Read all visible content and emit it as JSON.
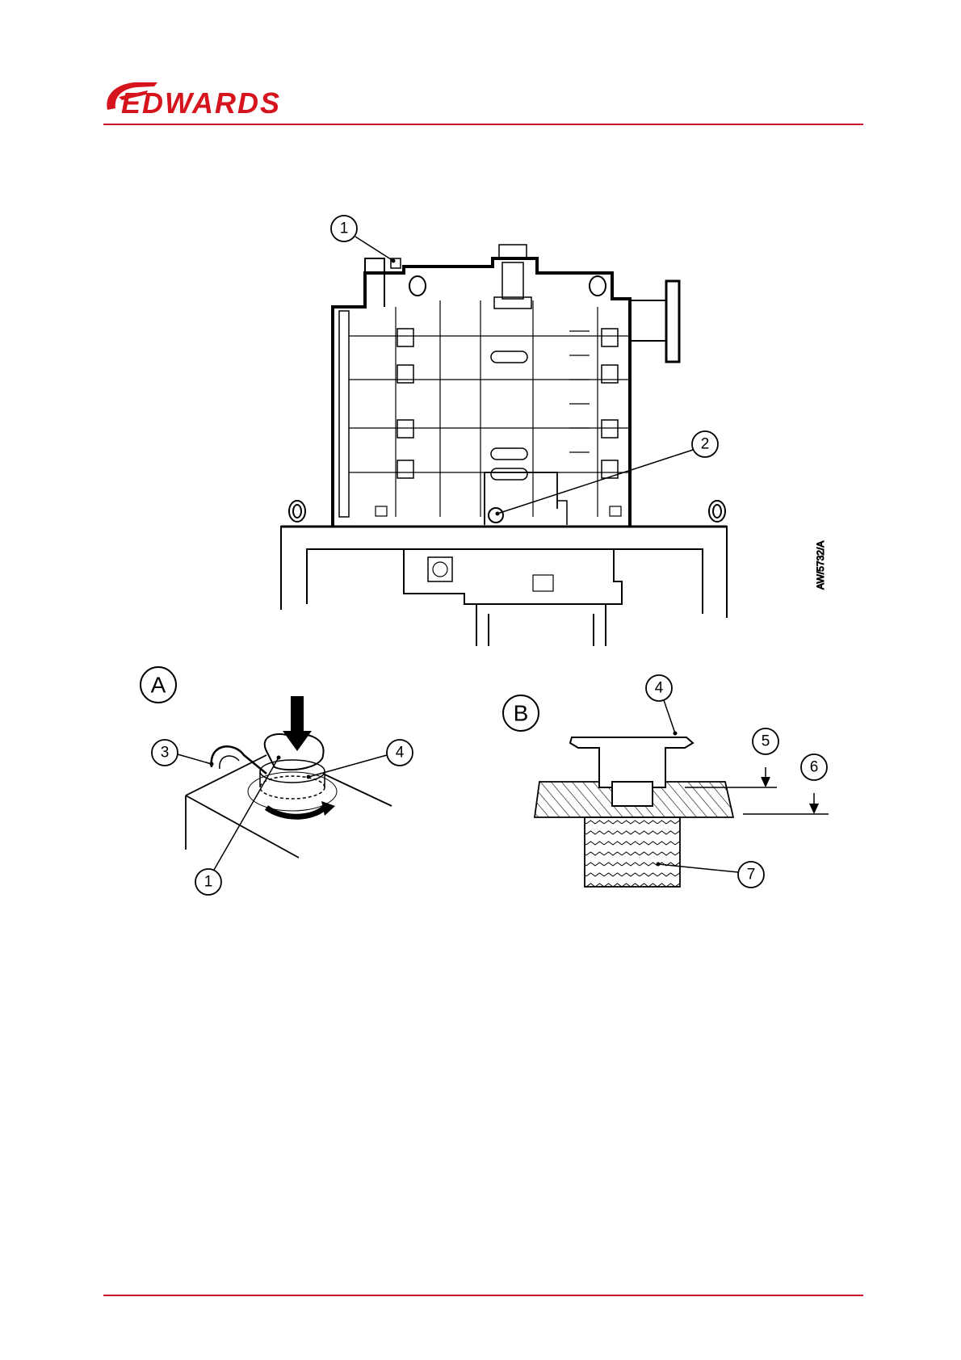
{
  "brand": {
    "name": "EDWARDS",
    "color": "#d5141d"
  },
  "rule_color": "#c8102e",
  "figure": {
    "drawing_ref": "AW/5732/A",
    "views": [
      "A",
      "B"
    ],
    "callouts": {
      "main": [
        "1",
        "2"
      ],
      "view_a": [
        "3",
        "4",
        "1"
      ],
      "view_b": [
        "4",
        "5",
        "6",
        "7"
      ]
    }
  }
}
